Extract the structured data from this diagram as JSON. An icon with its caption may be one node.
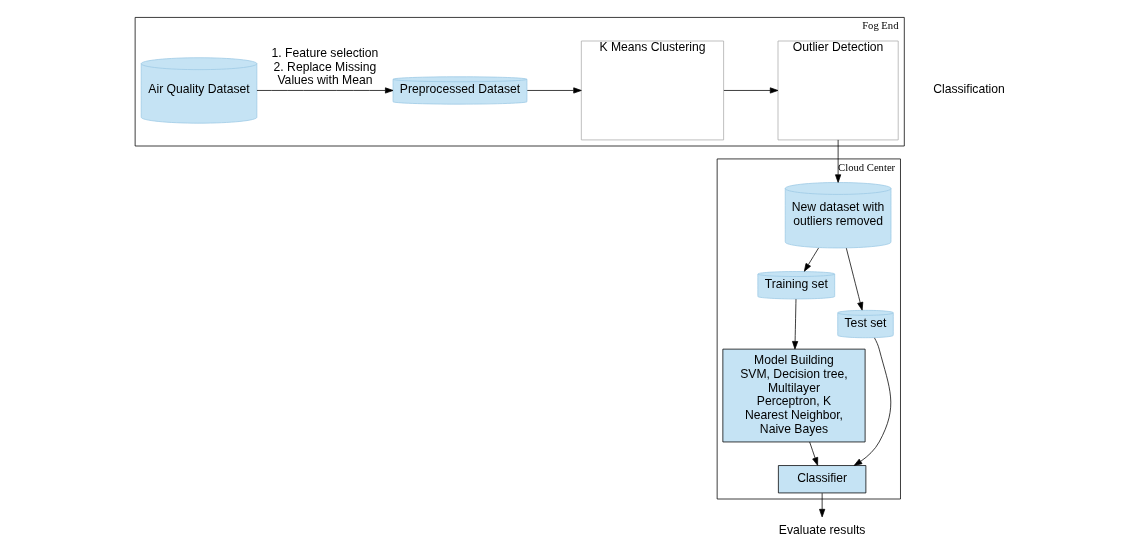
{
  "diagram": {
    "nodes": [
      {
        "text": [
          "Fog End"
        ]
      },
      {
        "text": [
          "Air Quality Dataset"
        ],
        "in": 0
      },
      {
        "text": [
          "Preprocessed Dataset"
        ],
        "in": 0
      },
      {
        "text": [
          "K Means Clustering"
        ],
        "in": 0
      },
      {
        "text": [
          "Outlier Detection"
        ],
        "in": 0
      },
      {
        "text": [
          "Cloud Center"
        ]
      },
      {
        "text": [
          "New dataset with outliers removed"
        ],
        "in": 5
      },
      {
        "text": [
          "Training set"
        ],
        "in": 5
      },
      {
        "text": [
          "Test set"
        ],
        "in": 5
      },
      {
        "text": [
          "Model Building",
          "SVM, Decision tree, Multilayer Perceptron, K Nearest Neighbor, Naive Bayes"
        ],
        "in": 5
      },
      {
        "text": [
          "Classifier"
        ],
        "in": 5
      },
      {
        "text": [
          "Evaluate results"
        ]
      }
    ],
    "edges": [
      {
        "from": 1,
        "to": 2,
        "arrow": "to",
        "label": "1. Feature selection 2. Replace Missing Values with Mean"
      },
      {
        "from": 2,
        "to": 3,
        "arrow": "to"
      },
      {
        "from": 3,
        "to": 4,
        "arrow": "to"
      },
      {
        "from": 4,
        "to": 6,
        "arrow": "to"
      },
      {
        "from": 6,
        "to": 7,
        "arrow": "to"
      },
      {
        "from": 6,
        "to": 8,
        "arrow": "to"
      },
      {
        "from": 7,
        "to": 9,
        "arrow": "to"
      },
      {
        "from": 9,
        "to": 10,
        "arrow": "to"
      },
      {
        "from": 8,
        "to": 10,
        "arrow": "to"
      },
      {
        "from": 10,
        "to": 11,
        "arrow": "to"
      }
    ],
    "labels": [
      "Classification"
    ]
  }
}
